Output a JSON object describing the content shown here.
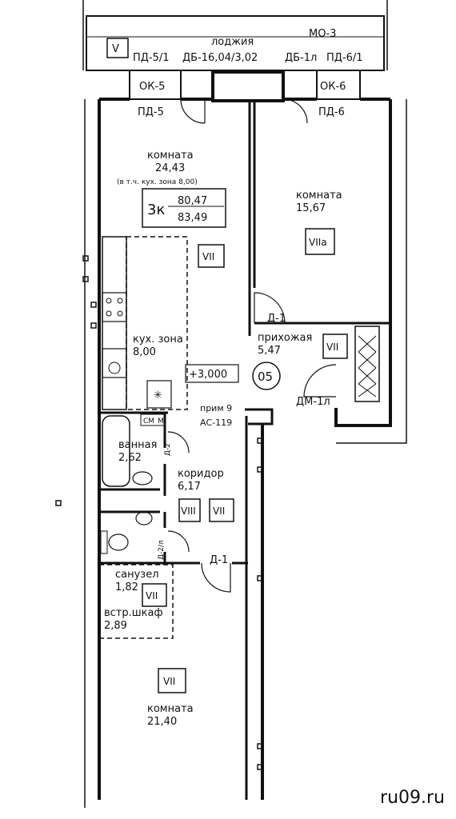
{
  "balcony": {
    "label": "лоджия",
    "mark": "V",
    "code_mo": "МО-3",
    "pd_left": "ПД-5/1",
    "db_center": "ДБ-16,04/3,02",
    "db_right": "ДБ-1л",
    "pd_right": "ПД-6/1"
  },
  "windows": {
    "ok_left": "ОК-5",
    "pd_left": "ПД-5",
    "ok_right": "ОК-6",
    "pd_right": "ПД-6"
  },
  "rooms": {
    "living": {
      "label": "комната",
      "area": "24,43",
      "note": "(в т.ч. кух. зона 8,00)",
      "mark": "VII"
    },
    "apt": {
      "prefix": "3к",
      "total": "80,47",
      "total2": "83,49"
    },
    "bedroom_right": {
      "label": "комната",
      "area": "15,67",
      "mark": "VIIа"
    },
    "kitchen": {
      "label": "кух. зона",
      "area": "8,00",
      "level": "+3,000"
    },
    "hall": {
      "label": "прихожая",
      "area": "5,47",
      "mark": "VII",
      "number": "05"
    },
    "bath": {
      "label": "ванная",
      "area": "2,62"
    },
    "corridor": {
      "label": "коридор",
      "area": "6,17",
      "mark1": "VIII",
      "mark2": "VII"
    },
    "wc": {
      "label": "санузел",
      "area": "1,82",
      "mark": "VII"
    },
    "closet": {
      "label": "встр.шкаф",
      "area": "2,89"
    },
    "bedroom_bottom": {
      "label": "комната",
      "area": "21,40",
      "mark": "VII"
    }
  },
  "notes": {
    "prim": "прим 9",
    "ac": "АС-119",
    "sm": "СМ",
    "m": "М",
    "asterisk": "✳"
  },
  "doors": {
    "d1_hall": "Д-1",
    "dm": "ДМ-1л",
    "d1_bottom": "Д-1",
    "d2_bath": "Д-2",
    "d2_wc": "Д-2/л"
  },
  "watermark": "ru09.ru"
}
